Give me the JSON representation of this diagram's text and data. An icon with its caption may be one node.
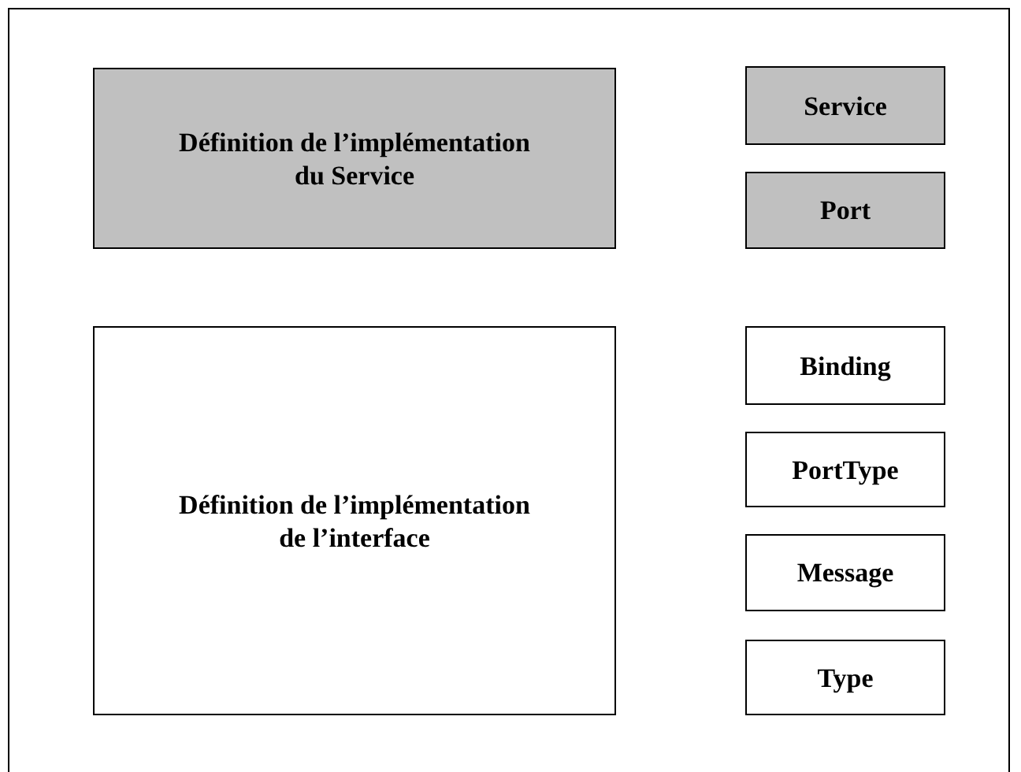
{
  "diagram": {
    "nodes": [
      {
        "text": [],
        "shape": "box"
      },
      {
        "text": [
          "Définition de l’implémentation du Service"
        ],
        "in": 0
      },
      {
        "text": [
          "Service"
        ],
        "in": 0
      },
      {
        "text": [
          "Port"
        ],
        "in": 0
      },
      {
        "text": [
          "Définition de l’implémentation de l’interface"
        ],
        "in": 0
      },
      {
        "text": [
          "Binding"
        ],
        "in": 0
      },
      {
        "text": [
          "PortType"
        ],
        "in": 0
      },
      {
        "text": [
          "Message"
        ],
        "in": 0
      },
      {
        "text": [
          "Type"
        ],
        "in": 0
      }
    ]
  }
}
